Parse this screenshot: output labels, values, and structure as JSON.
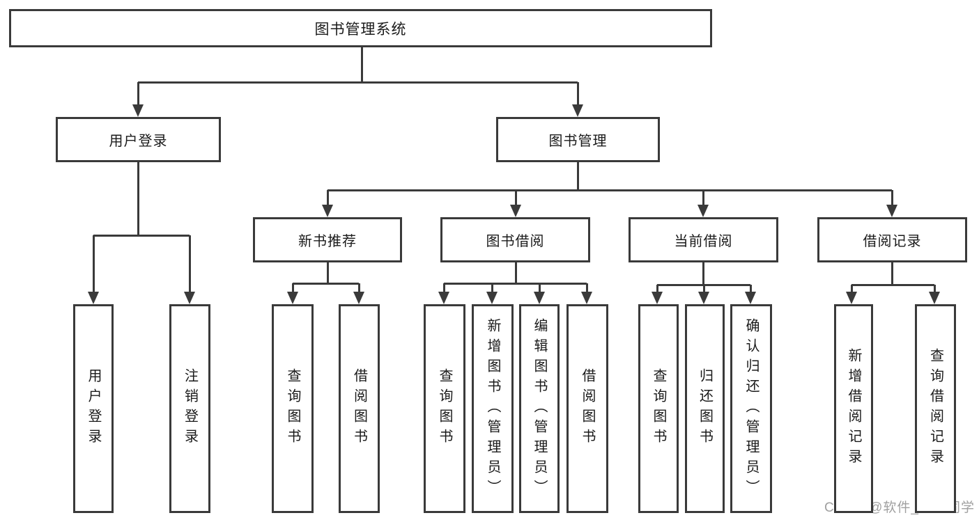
{
  "diagram": {
    "type": "hierarchy",
    "title": "图书管理系统",
    "nodes": {
      "root": {
        "label": "图书管理系统",
        "level": 1
      },
      "user_login": {
        "label": "用户登录",
        "level": 2
      },
      "book_mgmt": {
        "label": "图书管理",
        "level": 2
      },
      "new_book_rec": {
        "label": "新书推荐",
        "level": 3
      },
      "book_borrow": {
        "label": "图书借阅",
        "level": 3
      },
      "current_borrow": {
        "label": "当前借阅",
        "level": 3
      },
      "borrow_records": {
        "label": "借阅记录",
        "level": 3
      },
      "leaf_user_login": {
        "label": "用户登录",
        "level": 4
      },
      "leaf_logout": {
        "label": "注销登录",
        "level": 4
      },
      "leaf_query_books_1": {
        "label": "查询图书",
        "level": 4
      },
      "leaf_borrow_books_1": {
        "label": "借阅图书",
        "level": 4
      },
      "leaf_query_books_2": {
        "label": "查询图书",
        "level": 4
      },
      "leaf_add_books": {
        "label": "新增图书（管理员）",
        "level": 4
      },
      "leaf_edit_books": {
        "label": "编辑图书（管理员）",
        "level": 4
      },
      "leaf_borrow_books_2": {
        "label": "借阅图书",
        "level": 4
      },
      "leaf_query_books_3": {
        "label": "查询图书",
        "level": 4
      },
      "leaf_return_books": {
        "label": "归还图书",
        "level": 4
      },
      "leaf_confirm_return": {
        "label": "确认归还（管理员）",
        "level": 4
      },
      "leaf_add_borrow_record": {
        "label": "新增借阅记录",
        "level": 4
      },
      "leaf_query_borrow_record": {
        "label": "查询借阅记录",
        "level": 4
      }
    },
    "structure": {
      "root": [
        "user_login",
        "book_mgmt"
      ],
      "user_login": [
        "leaf_user_login",
        "leaf_logout"
      ],
      "book_mgmt": [
        "new_book_rec",
        "book_borrow",
        "current_borrow",
        "borrow_records"
      ],
      "new_book_rec": [
        "leaf_query_books_1",
        "leaf_borrow_books_1"
      ],
      "book_borrow": [
        "leaf_query_books_2",
        "leaf_add_books",
        "leaf_edit_books",
        "leaf_borrow_books_2"
      ],
      "current_borrow": [
        "leaf_query_books_3",
        "leaf_return_books",
        "leaf_confirm_return"
      ],
      "borrow_records": [
        "leaf_add_borrow_record",
        "leaf_query_borrow_record"
      ]
    },
    "colors": {
      "line": "#3a3a3a",
      "box_background": "#ffffff",
      "text": "#1a1a1a",
      "watermark": "#a0a0a0"
    },
    "watermark": "CSDN @软件_小贺同学"
  }
}
